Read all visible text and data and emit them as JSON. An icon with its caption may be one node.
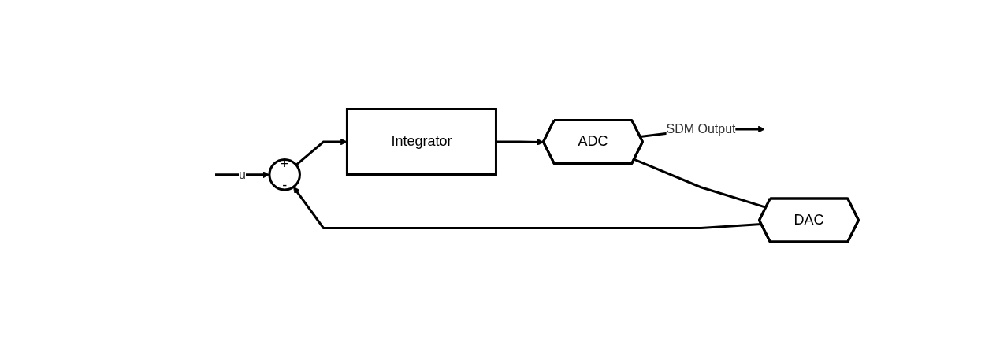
{
  "diagram": {
    "nodes": [
      {
        "text": [
          "+",
          "-"
        ]
      },
      {
        "text": [
          "Integrator"
        ]
      },
      {
        "text": [
          "ADC"
        ]
      },
      {
        "text": [
          "DAC"
        ]
      }
    ],
    "edges": [
      {
        "from": null,
        "to": 0,
        "arrow": "to",
        "label": "u"
      },
      {
        "from": 0,
        "to": 1,
        "arrow": "to"
      },
      {
        "from": 1,
        "to": 2,
        "arrow": "to"
      },
      {
        "from": 2,
        "to": null,
        "arrow": "to",
        "label": "SDM Output"
      },
      {
        "from": 2,
        "to": 3,
        "arrow": "none"
      },
      {
        "from": 3,
        "to": 0,
        "arrow": "to"
      }
    ]
  }
}
